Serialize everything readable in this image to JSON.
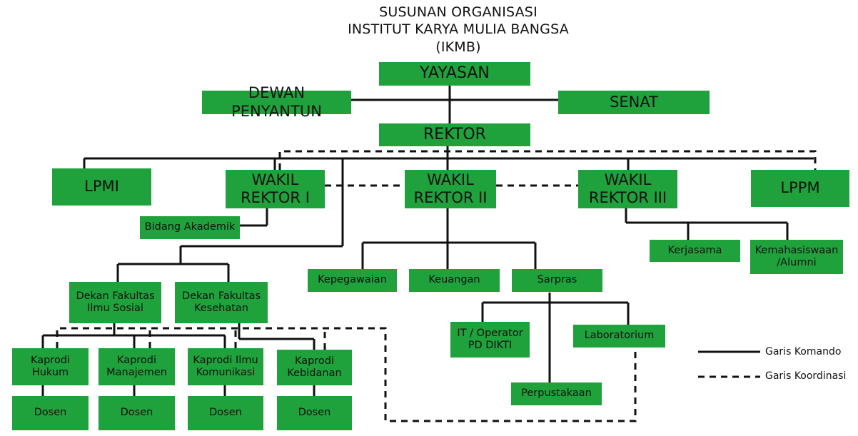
{
  "title": {
    "line1": "SUSUNAN ORGANISASI",
    "line2": "INSTITUT KARYA MULIA BANGSA",
    "line3": "(IKMB)"
  },
  "nodes": {
    "yayasan": "YAYASAN",
    "dewan": "DEWAN PENYANTUN",
    "senat": "SENAT",
    "rektor": "REKTOR",
    "lpmi": "LPMI",
    "wr1": "WAKIL\nREKTOR I",
    "wr2": "WAKIL\nREKTOR II",
    "wr3": "WAKIL\nREKTOR III",
    "lppm": "LPPM",
    "akademik": "Bidang Akademik",
    "kepegawaian": "Kepegawaian",
    "keuangan": "Keuangan",
    "sarpras": "Sarpras",
    "kerjasama": "Kerjasama",
    "kemahasiswaan": "Kemahasiswaan\n/Alumni",
    "dekan_sosial": "Dekan Fakultas\nIlmu Sosial",
    "dekan_kes": "Dekan Fakultas\nKesehatan",
    "it": "IT / Operator\nPD DIKTI",
    "lab": "Laboratorium",
    "perpus": "Perpustakaan",
    "kp_hukum": "Kaprodi\nHukum",
    "kp_man": "Kaprodi\nManajemen",
    "kp_kom": "Kaprodi Ilmu\nKomunikasi",
    "kp_keb": "Kaprodi\nKebidanan",
    "dosen": "Dosen"
  },
  "legend": {
    "komando": "Garis Komando",
    "koordinasi": "Garis Koordinasi"
  },
  "colors": {
    "box": "#1fa13c",
    "line": "#111111"
  }
}
